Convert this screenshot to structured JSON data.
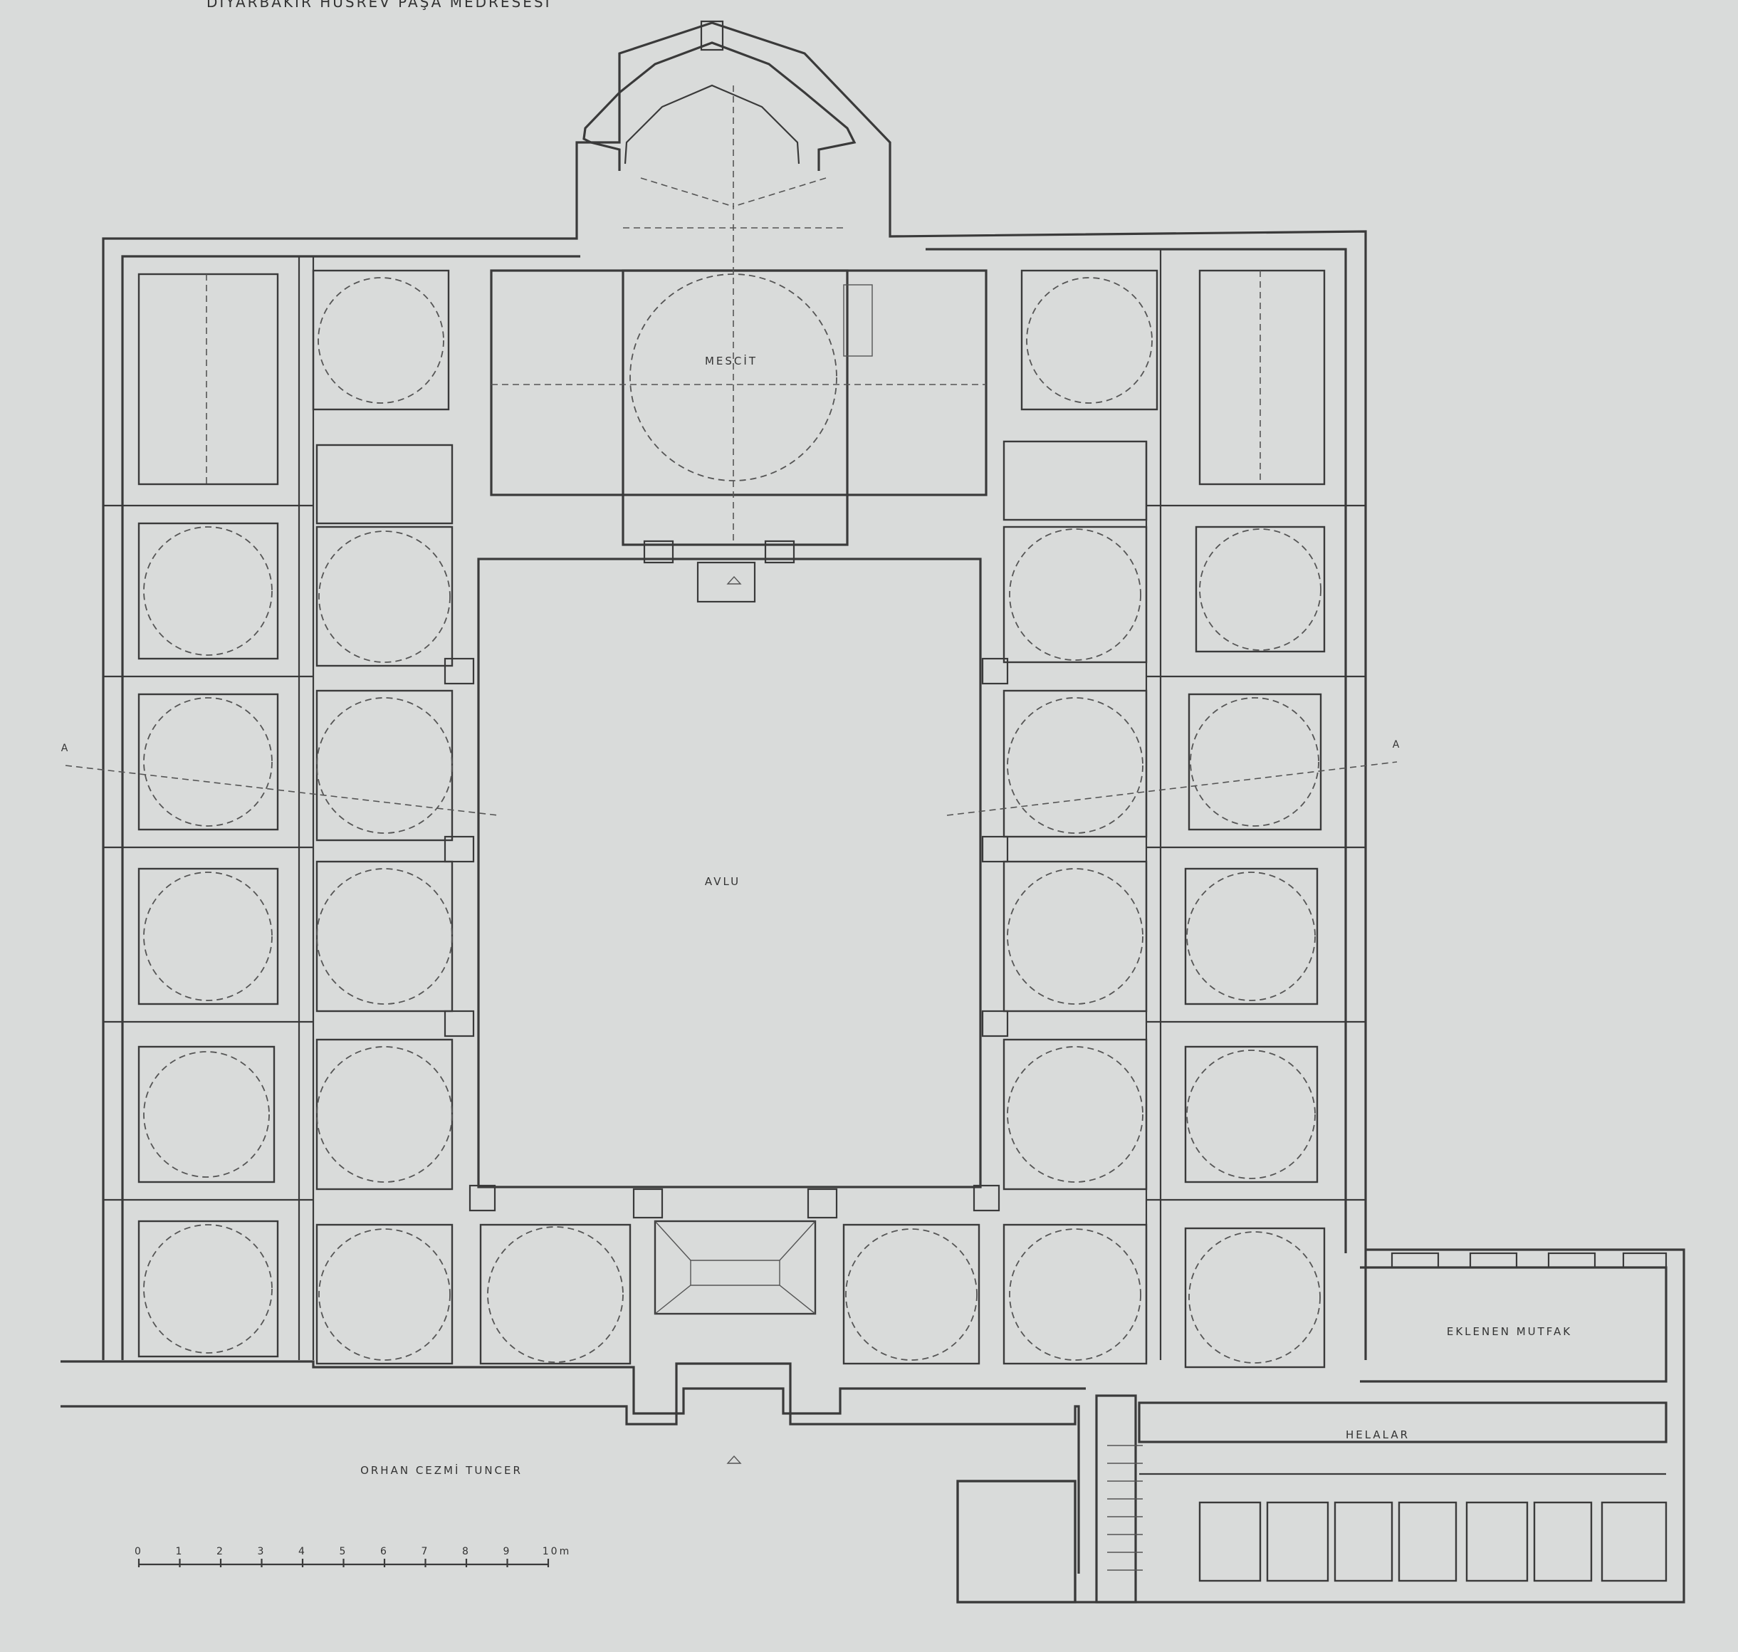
{
  "drawing": {
    "title": "DİYARBAKIR HÜSREV PAŞA MEDRESESİ",
    "author": "ORHAN CEZMİ TUNCER"
  },
  "rooms": {
    "mosque": "MESCİT",
    "courtyard": "AVLU",
    "kitchen": "EKLENEN MUTFAK",
    "toilets": "HELALAR"
  },
  "section_marker": "A",
  "scale_bar": {
    "ticks": [
      "0",
      "1",
      "2",
      "3",
      "4",
      "5",
      "6",
      "7",
      "8",
      "9",
      "10m"
    ]
  },
  "colors": {
    "paper": "#d9dbda",
    "ink": "#3a3a3a"
  }
}
